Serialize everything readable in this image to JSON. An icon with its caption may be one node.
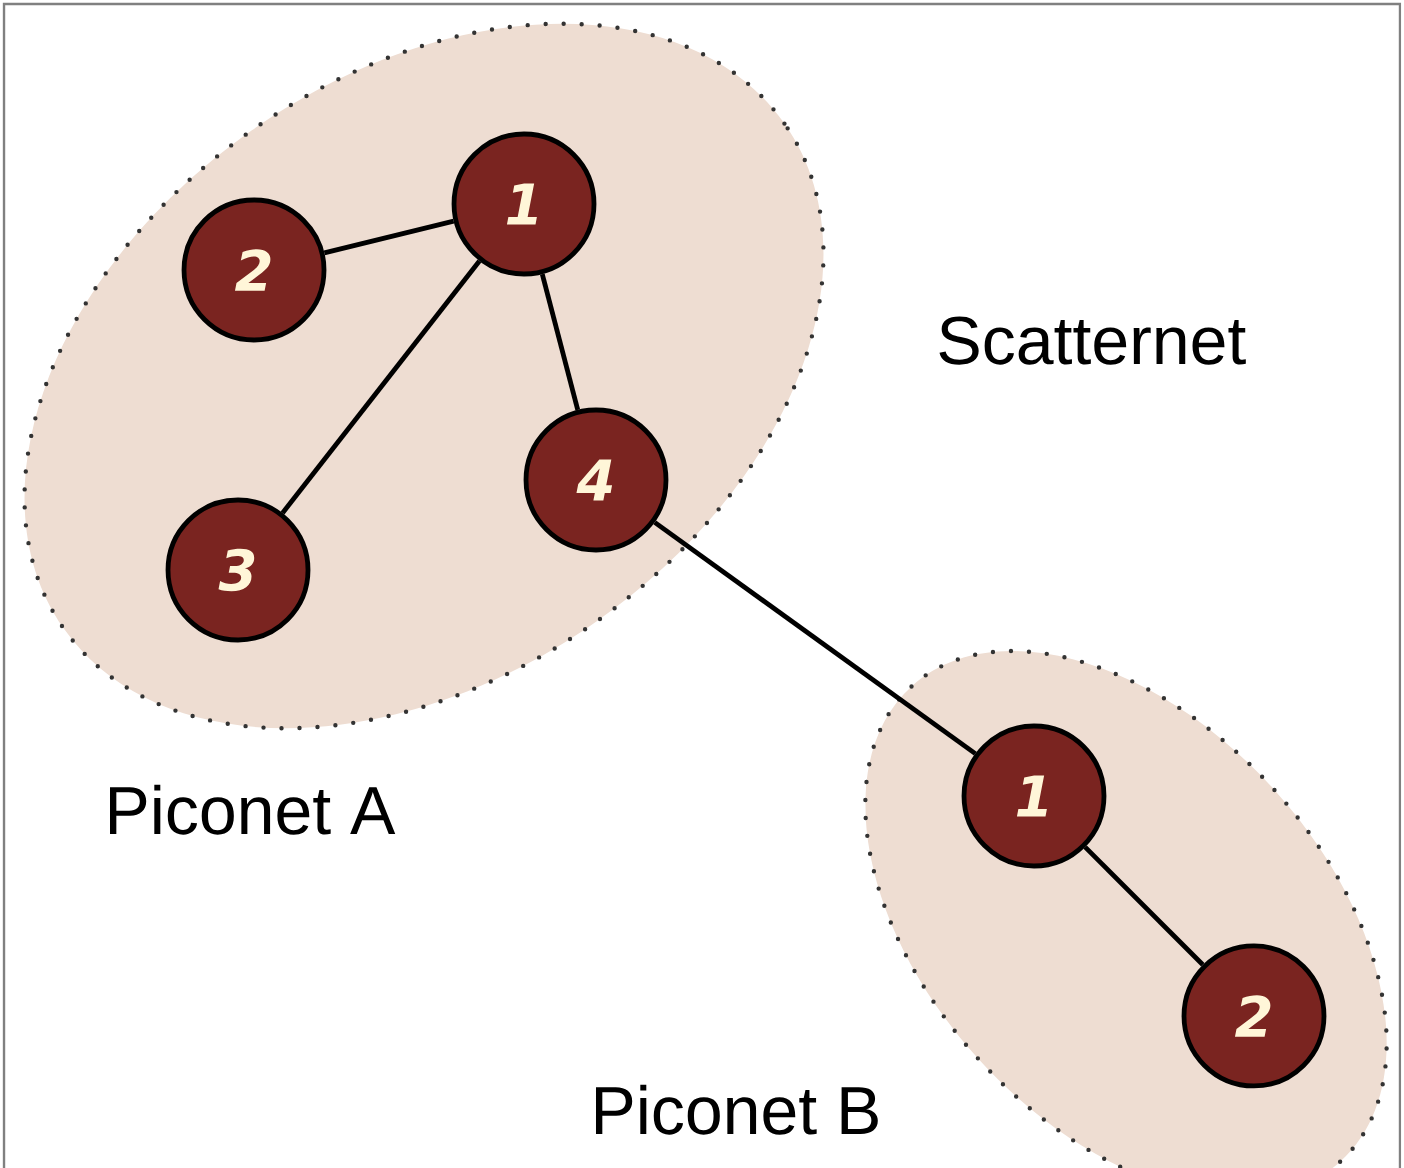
{
  "diagram": {
    "nodes": [
      {
        "text": [
          "Piconet A"
        ]
      },
      {
        "text": [
          "1"
        ],
        "in": 0
      },
      {
        "text": [
          "2"
        ],
        "in": 0
      },
      {
        "text": [
          "3"
        ],
        "in": 0
      },
      {
        "text": [
          "4"
        ],
        "in": 0
      },
      {
        "text": [
          "Piconet B"
        ]
      },
      {
        "text": [
          "1"
        ],
        "in": 5
      },
      {
        "text": [
          "2"
        ],
        "in": 5
      }
    ],
    "edges": [
      {
        "from": 1,
        "to": 2,
        "arrow": "none"
      },
      {
        "from": 1,
        "to": 3,
        "arrow": "none"
      },
      {
        "from": 1,
        "to": 4,
        "arrow": "none"
      },
      {
        "from": 4,
        "to": 6,
        "arrow": "none"
      },
      {
        "from": 6,
        "to": 7,
        "arrow": "none"
      }
    ],
    "labels": [
      "Scatternet"
    ]
  }
}
